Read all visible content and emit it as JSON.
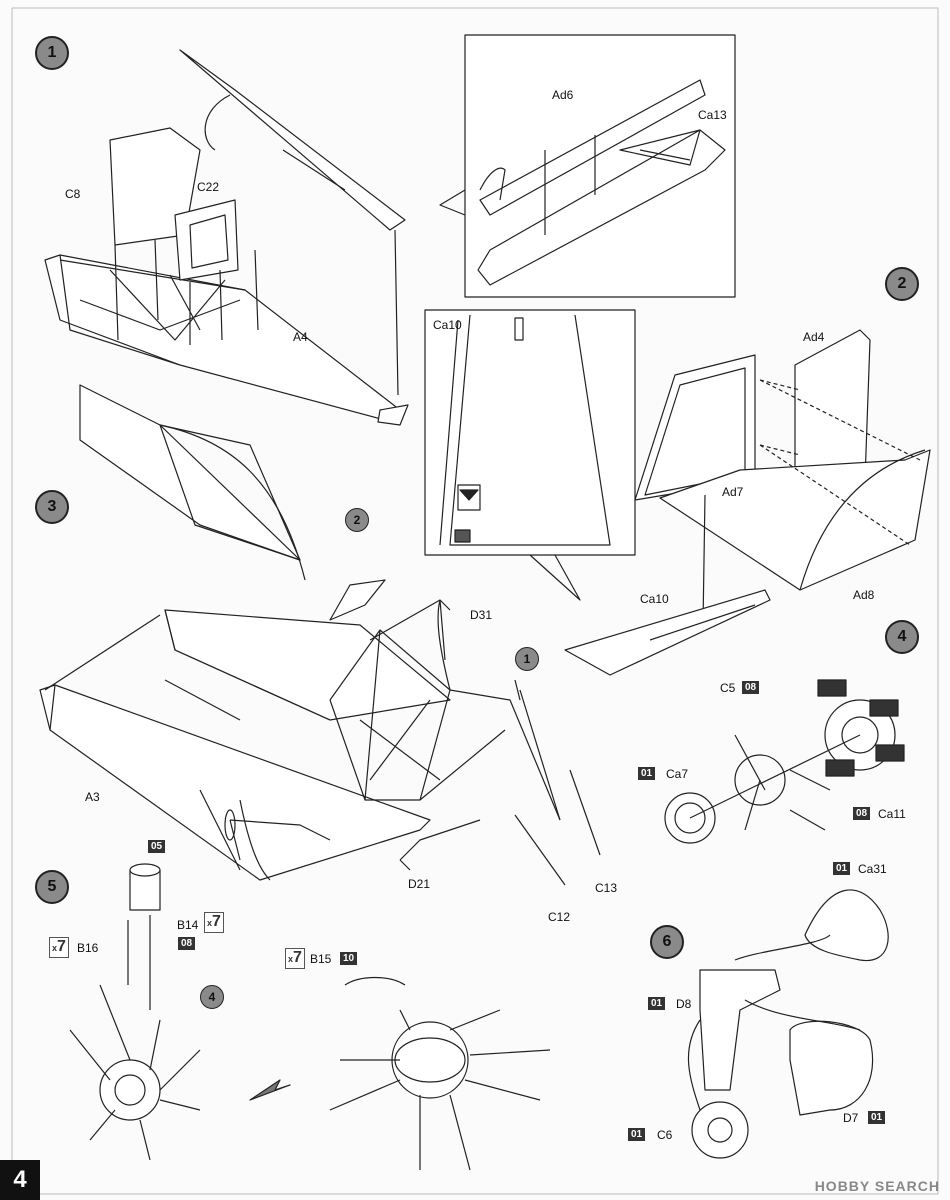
{
  "steps": {
    "s1": "1",
    "s2": "2",
    "s3": "3",
    "s4": "4",
    "s5": "5",
    "s6": "6"
  },
  "refs": {
    "ref2": "2",
    "ref1": "1",
    "ref4": "4"
  },
  "parts": {
    "c8": "C8",
    "c22": "C22",
    "a4": "A4",
    "ad6": "Ad6",
    "ca13": "Ca13",
    "ca10_inset": "Ca10",
    "ad4": "Ad4",
    "ad7": "Ad7",
    "ad8": "Ad8",
    "ca10": "Ca10",
    "d31": "D31",
    "a3": "A3",
    "d21": "D21",
    "c12": "C12",
    "c13": "C13",
    "c5": "C5",
    "ca7": "Ca7",
    "ca11": "Ca11",
    "b14": "B14",
    "b16": "B16",
    "b15": "B15",
    "ca31": "Ca31",
    "d8": "D8",
    "d7": "D7",
    "c6": "C6"
  },
  "paint_codes": {
    "c5": "08",
    "ca7": "01",
    "ca11": "08",
    "b14_top": "05",
    "b14_bottom": "08",
    "b15": "10",
    "ca31": "01",
    "d8": "01",
    "d7": "01",
    "c6": "01"
  },
  "multipliers": {
    "b14": "7",
    "b16": "7",
    "b15": "7"
  },
  "page_number": "4",
  "watermark": {
    "brand": "HOBBY SEARCH"
  }
}
